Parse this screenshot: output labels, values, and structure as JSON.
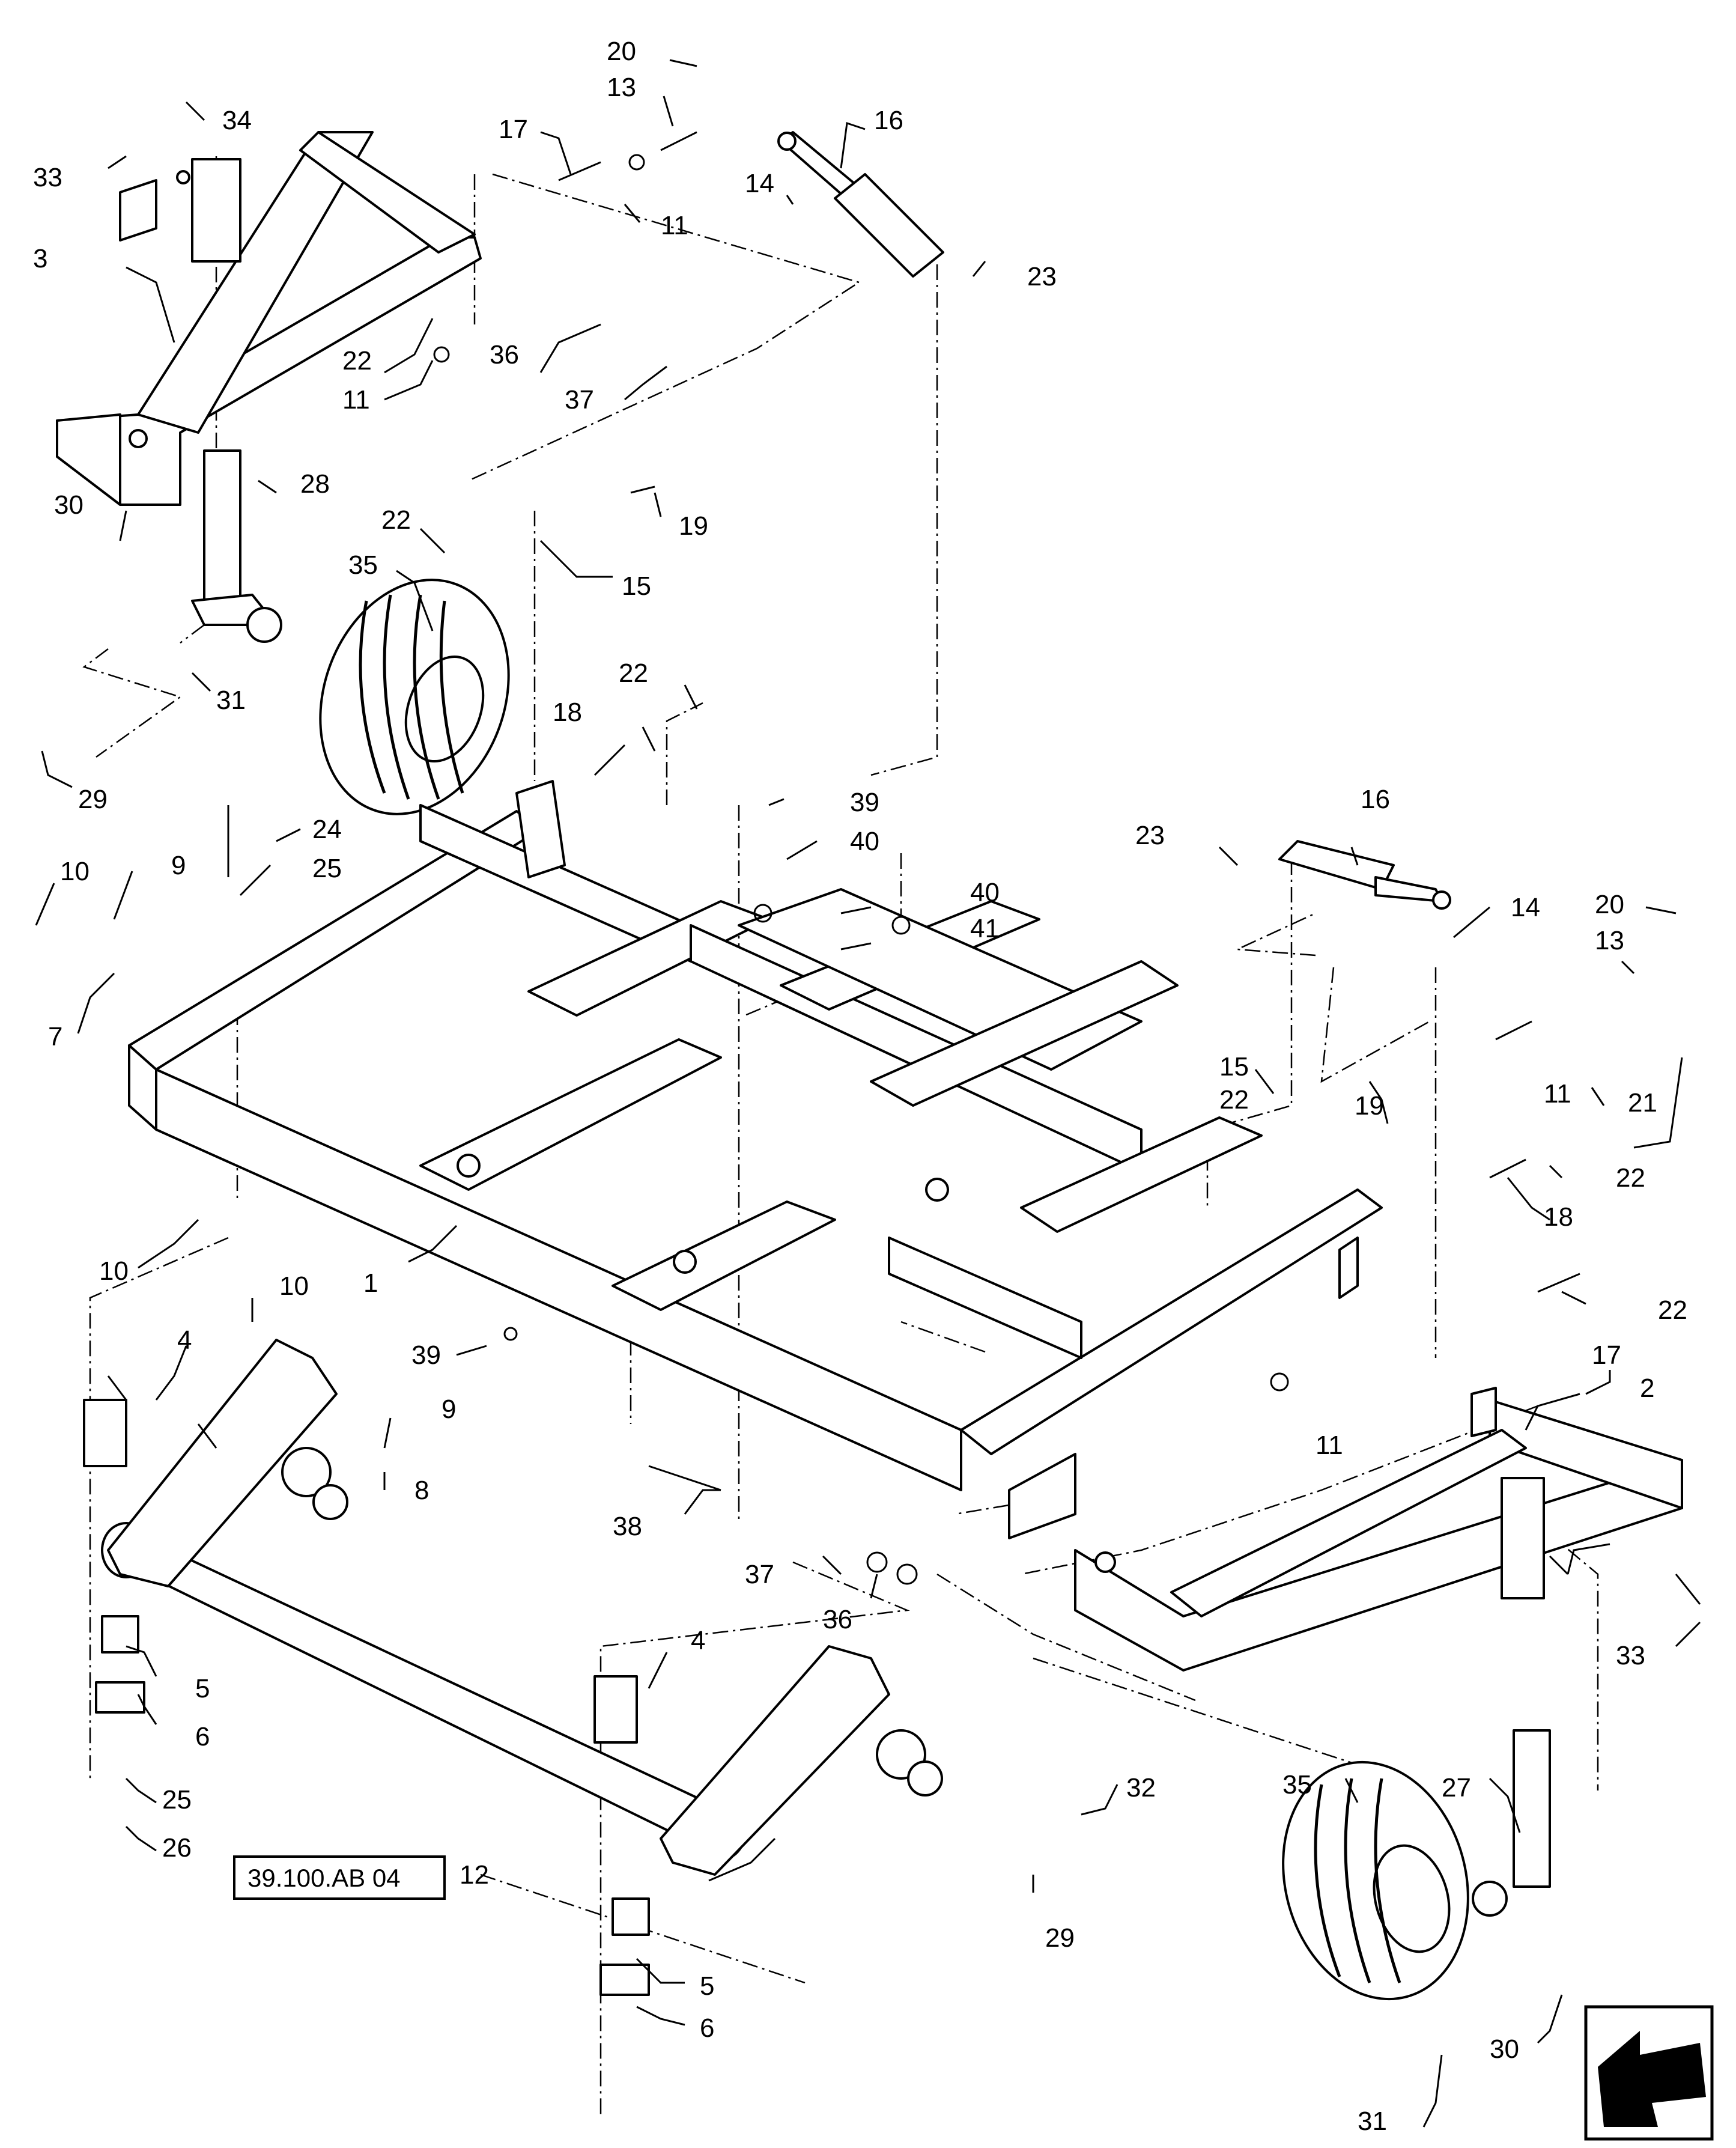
{
  "diagram": {
    "reference": "39.100.AB 04",
    "callouts": [
      {
        "id": "c20a",
        "text": "20"
      },
      {
        "id": "c13a",
        "text": "13"
      },
      {
        "id": "c34",
        "text": "34"
      },
      {
        "id": "c16a",
        "text": "16"
      },
      {
        "id": "c17a",
        "text": "17"
      },
      {
        "id": "c33a",
        "text": "33"
      },
      {
        "id": "c14a",
        "text": "14"
      },
      {
        "id": "c11a",
        "text": "11"
      },
      {
        "id": "c3",
        "text": "3"
      },
      {
        "id": "c23a",
        "text": "23"
      },
      {
        "id": "c22a",
        "text": "22"
      },
      {
        "id": "c36a",
        "text": "36"
      },
      {
        "id": "c11b",
        "text": "11"
      },
      {
        "id": "c37a",
        "text": "37"
      },
      {
        "id": "c28",
        "text": "28"
      },
      {
        "id": "c30a",
        "text": "30"
      },
      {
        "id": "c22b",
        "text": "22"
      },
      {
        "id": "c19a",
        "text": "19"
      },
      {
        "id": "c35a",
        "text": "35"
      },
      {
        "id": "c15a",
        "text": "15"
      },
      {
        "id": "c31a",
        "text": "31"
      },
      {
        "id": "c22c",
        "text": "22"
      },
      {
        "id": "c18a",
        "text": "18"
      },
      {
        "id": "c29a",
        "text": "29"
      },
      {
        "id": "c39a",
        "text": "39"
      },
      {
        "id": "c16b",
        "text": "16"
      },
      {
        "id": "c24",
        "text": "24"
      },
      {
        "id": "c40a",
        "text": "40"
      },
      {
        "id": "c23b",
        "text": "23"
      },
      {
        "id": "c10a",
        "text": "10"
      },
      {
        "id": "c9a",
        "text": "9"
      },
      {
        "id": "c25a",
        "text": "25"
      },
      {
        "id": "c40b",
        "text": "40"
      },
      {
        "id": "c14b",
        "text": "14"
      },
      {
        "id": "c20b",
        "text": "20"
      },
      {
        "id": "c41",
        "text": "41"
      },
      {
        "id": "c13b",
        "text": "13"
      },
      {
        "id": "c7",
        "text": "7"
      },
      {
        "id": "c15b",
        "text": "15"
      },
      {
        "id": "c22d",
        "text": "22"
      },
      {
        "id": "c19b",
        "text": "19"
      },
      {
        "id": "c11c",
        "text": "11"
      },
      {
        "id": "c21",
        "text": "21"
      },
      {
        "id": "c22e",
        "text": "22"
      },
      {
        "id": "c18b",
        "text": "18"
      },
      {
        "id": "c10b",
        "text": "10"
      },
      {
        "id": "c1",
        "text": "1"
      },
      {
        "id": "c22f",
        "text": "22"
      },
      {
        "id": "c10c",
        "text": "10"
      },
      {
        "id": "c39b",
        "text": "39"
      },
      {
        "id": "c17b",
        "text": "17"
      },
      {
        "id": "c4a",
        "text": "4"
      },
      {
        "id": "c9b",
        "text": "9"
      },
      {
        "id": "c2",
        "text": "2"
      },
      {
        "id": "c11d",
        "text": "11"
      },
      {
        "id": "c8",
        "text": "8"
      },
      {
        "id": "c38",
        "text": "38"
      },
      {
        "id": "c37b",
        "text": "37"
      },
      {
        "id": "c36b",
        "text": "36"
      },
      {
        "id": "c33b",
        "text": "33"
      },
      {
        "id": "c5a",
        "text": "5"
      },
      {
        "id": "c4b",
        "text": "4"
      },
      {
        "id": "c6a",
        "text": "6"
      },
      {
        "id": "c32",
        "text": "32"
      },
      {
        "id": "c35b",
        "text": "35"
      },
      {
        "id": "c25b",
        "text": "25"
      },
      {
        "id": "c27",
        "text": "27"
      },
      {
        "id": "c26",
        "text": "26"
      },
      {
        "id": "c12",
        "text": "12"
      },
      {
        "id": "c29b",
        "text": "29"
      },
      {
        "id": "c5b",
        "text": "5"
      },
      {
        "id": "c6b",
        "text": "6"
      },
      {
        "id": "c30b",
        "text": "30"
      },
      {
        "id": "c31b",
        "text": "31"
      }
    ]
  },
  "icons": {
    "nav": "previous-page-arrow-icon"
  }
}
